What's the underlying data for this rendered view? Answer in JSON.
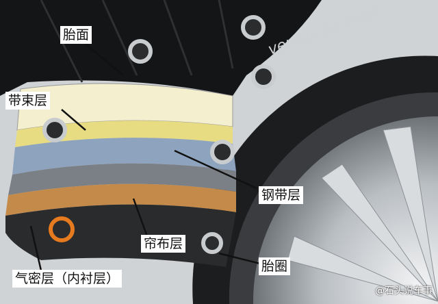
{
  "labels": {
    "tread": "胎面",
    "belt": "带束层",
    "steel_belt": "钢带层",
    "ply": "帘布层",
    "bead": "胎圈",
    "inner_liner": "气密层（内衬层）"
  },
  "tire_sidewall_text": "ventus S1 evo2",
  "watermark": "@石头说车事",
  "colors": {
    "belt": "#f3efcf",
    "yellow": "#e8dc82",
    "steel": "#8ea4be",
    "ply": "#7b7f86",
    "cord": "#c48a4a",
    "marker": "#e67a1e"
  }
}
